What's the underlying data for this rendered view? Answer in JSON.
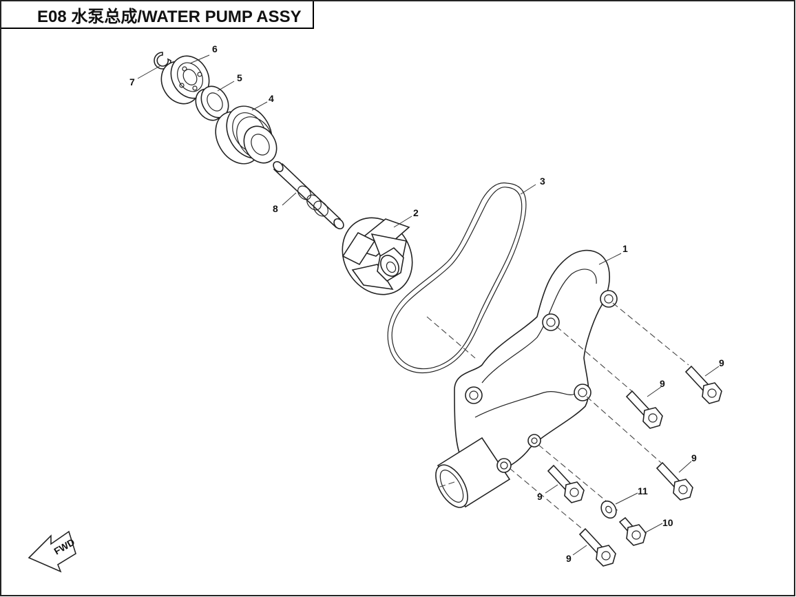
{
  "title": "E08  水泵总成/WATER PUMP ASSY",
  "direction_label": "FWD",
  "callouts": {
    "c1": "1",
    "c2": "2",
    "c3": "3",
    "c4": "4",
    "c5": "5",
    "c6": "6",
    "c7": "7",
    "c8": "8",
    "c9a": "9",
    "c9b": "9",
    "c9c": "9",
    "c9d": "9",
    "c9e": "9",
    "c10": "10",
    "c11": "11"
  }
}
